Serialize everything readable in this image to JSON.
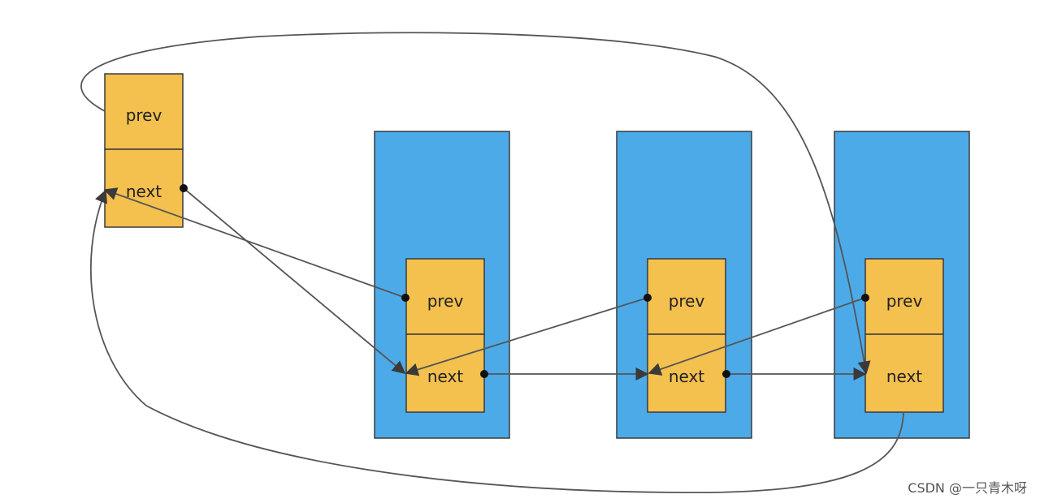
{
  "colors": {
    "node_fill": "#f4c04e",
    "container_fill": "#4daae8",
    "stroke": "#3a3a3a",
    "edge": "#555555"
  },
  "head_node": {
    "prev_label": "prev",
    "next_label": "next"
  },
  "nodes": [
    {
      "prev_label": "prev",
      "next_label": "next"
    },
    {
      "prev_label": "prev",
      "next_label": "next"
    },
    {
      "prev_label": "prev",
      "next_label": "next"
    }
  ],
  "watermark": "CSDN @一只青木呀"
}
